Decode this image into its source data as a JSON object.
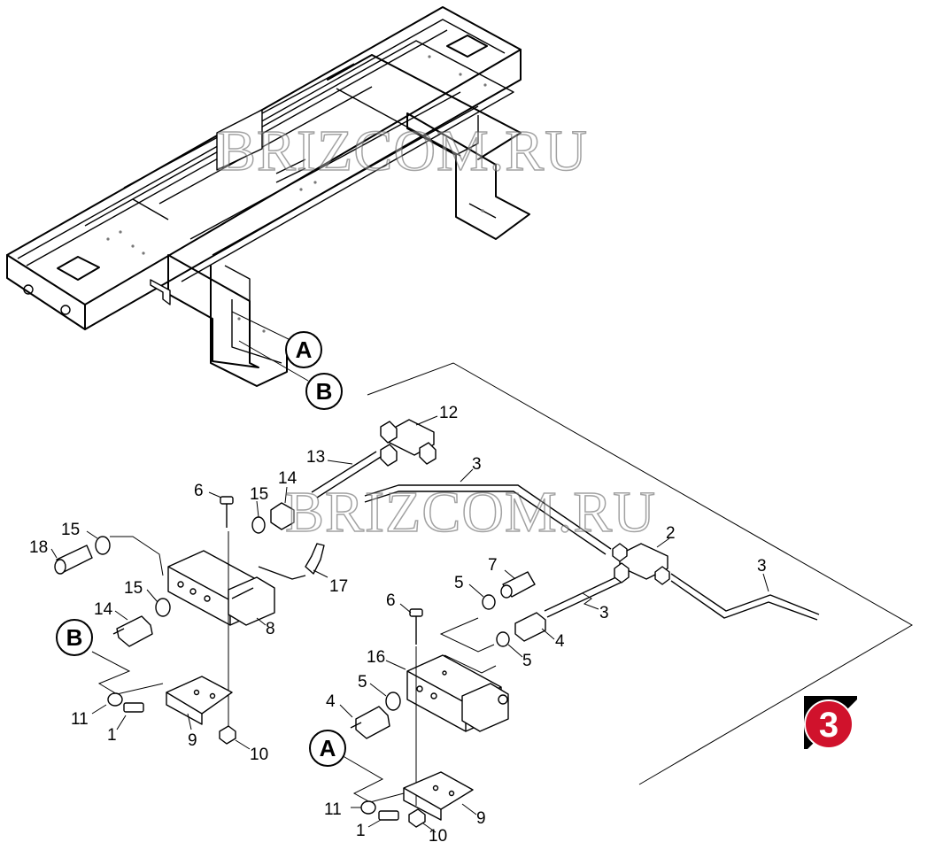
{
  "watermark": "BRIZCOM.RU",
  "section_badge": "3",
  "view_markers": {
    "a": "A",
    "b": "B"
  },
  "callouts": [
    {
      "id": "c12",
      "text": "12"
    },
    {
      "id": "c13",
      "text": "13"
    },
    {
      "id": "c3a",
      "text": "3"
    },
    {
      "id": "c6a",
      "text": "6"
    },
    {
      "id": "c15a",
      "text": "15"
    },
    {
      "id": "c14a",
      "text": "14"
    },
    {
      "id": "c15b",
      "text": "15"
    },
    {
      "id": "c18",
      "text": "18"
    },
    {
      "id": "c2",
      "text": "2"
    },
    {
      "id": "c3b",
      "text": "3"
    },
    {
      "id": "c7",
      "text": "7"
    },
    {
      "id": "c5a",
      "text": "5"
    },
    {
      "id": "c17",
      "text": "17"
    },
    {
      "id": "c15c",
      "text": "15"
    },
    {
      "id": "c14b",
      "text": "14"
    },
    {
      "id": "c8",
      "text": "8"
    },
    {
      "id": "c6b",
      "text": "6"
    },
    {
      "id": "c3c",
      "text": "3"
    },
    {
      "id": "c4a",
      "text": "4"
    },
    {
      "id": "c5b",
      "text": "5"
    },
    {
      "id": "c16",
      "text": "16"
    },
    {
      "id": "c5c",
      "text": "5"
    },
    {
      "id": "c4b",
      "text": "4"
    },
    {
      "id": "c11a",
      "text": "11"
    },
    {
      "id": "c1a",
      "text": "1"
    },
    {
      "id": "c9a",
      "text": "9"
    },
    {
      "id": "c10a",
      "text": "10"
    },
    {
      "id": "c11b",
      "text": "11"
    },
    {
      "id": "c1b",
      "text": "1"
    },
    {
      "id": "c9b",
      "text": "9"
    },
    {
      "id": "c10b",
      "text": "10"
    }
  ]
}
